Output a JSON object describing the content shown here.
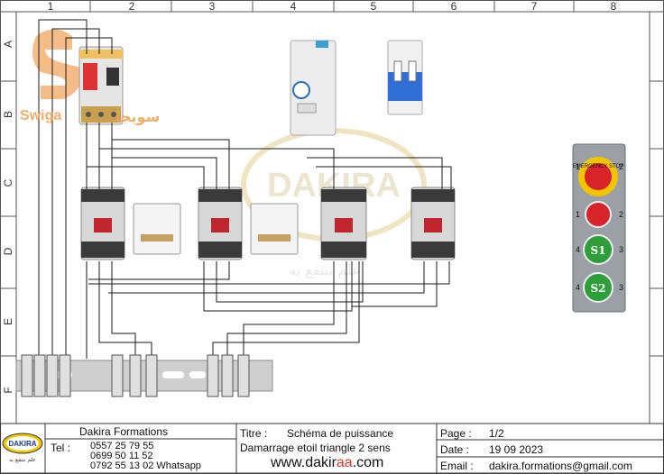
{
  "grid": {
    "columns": [
      "1",
      "2",
      "3",
      "4",
      "5",
      "6",
      "7",
      "8"
    ],
    "rows": [
      "A",
      "B",
      "C",
      "D",
      "E",
      "F"
    ]
  },
  "watermark": {
    "brand_latin": "Swiga",
    "brand_arabic": "سويجا",
    "center_logo_text": "DAKIRA",
    "center_logo_arabic": "علم تنتفع به"
  },
  "push_station": {
    "emergency_label": "EMERGENCY STOP",
    "terminals": {
      "row1_left": "1",
      "row1_right": "2",
      "row2_left": "1",
      "row2_right": "2",
      "row3_left": "4",
      "row3_right": "3",
      "row4_left": "4",
      "row4_right": "3"
    },
    "button_s1": "S1",
    "button_s2": "S2"
  },
  "title_block": {
    "logo_text": "DAKIRA",
    "logo_sub": "علم تنتفع به",
    "company": "Dakira Formations",
    "tel_label": "Tel :",
    "phone1": "0557 25 79 55",
    "phone2": "0699 50 11 52",
    "phone3": "0792 55 13 02 Whatsapp",
    "titre_label": "Titre :",
    "titre_value": "Schéma de puissance",
    "subtitle": "Damarrage etoil triangle 2 sens",
    "website_prefix": "www.dakir",
    "website_highlight": "aa",
    "website_suffix": ".com",
    "page_label": "Page :",
    "page_value": "1/2",
    "date_label": "Date :",
    "date_value": "19 09 2023",
    "email_label": "Email :",
    "email_value": "dakira.formations@gmail.com"
  },
  "colors": {
    "contactor_body": "#d8d8d8",
    "contactor_dark": "#3a3a3a",
    "indicator_red": "#c0262c",
    "breaker_blue": "#2f6fd6",
    "button_green": "#2e9e3a",
    "button_red": "#d8232a",
    "station_grey": "#9aa0a6",
    "emergency_yellow": "#f2c500",
    "website_highlight": "#e0322a"
  }
}
